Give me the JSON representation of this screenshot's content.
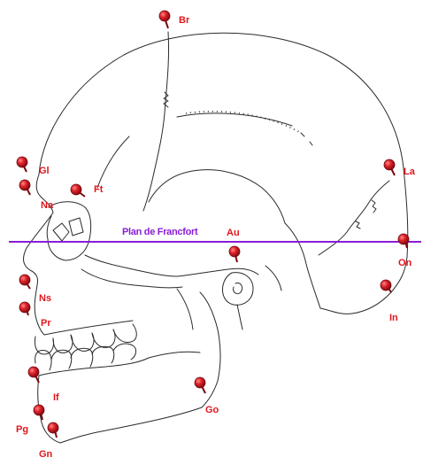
{
  "plane": {
    "label": "Plan de Francfort",
    "color": "#8a1cd6"
  },
  "pin_color": "#d81820",
  "label_color": "#e0161c",
  "landmarks": [
    {
      "id": "br",
      "label": "Br"
    },
    {
      "id": "gl",
      "label": "Gl"
    },
    {
      "id": "na",
      "label": "Na"
    },
    {
      "id": "ft",
      "label": "Ft"
    },
    {
      "id": "la",
      "label": "La"
    },
    {
      "id": "au",
      "label": "Au"
    },
    {
      "id": "on",
      "label": "On"
    },
    {
      "id": "ns",
      "label": "Ns"
    },
    {
      "id": "pr",
      "label": "Pr"
    },
    {
      "id": "in",
      "label": "In"
    },
    {
      "id": "if",
      "label": "If"
    },
    {
      "id": "go",
      "label": "Go"
    },
    {
      "id": "pg",
      "label": "Pg"
    },
    {
      "id": "gn",
      "label": "Gn"
    }
  ]
}
